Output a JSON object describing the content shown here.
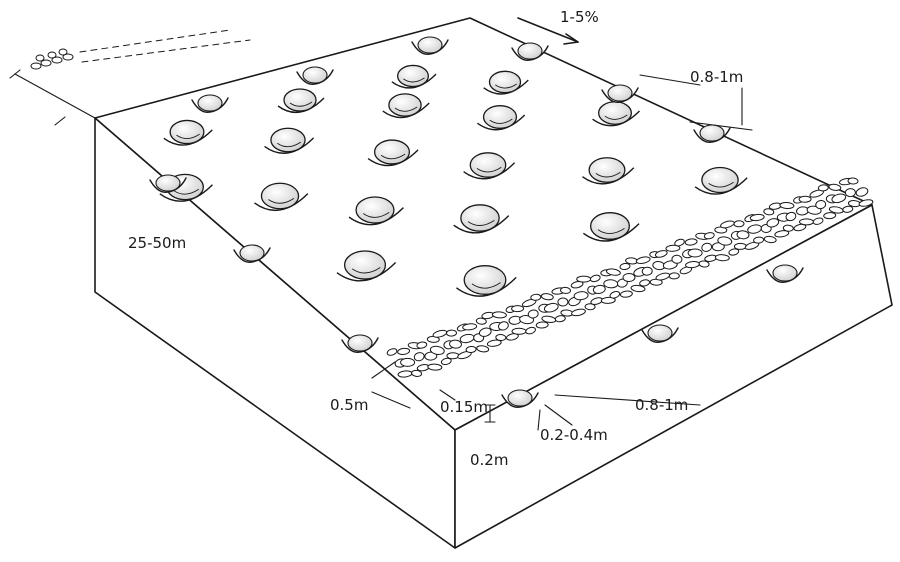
{
  "diagram": {
    "labels": {
      "slope": "1-5%",
      "pit_spacing_top": "0.8-1m",
      "field_length": "25-50m",
      "bund_width": "0.5m",
      "bund_height": "0.15m",
      "pit_depth": "0.2m",
      "pit_diameter": "0.2-0.4m",
      "pit_spacing_front": "0.8-1m"
    },
    "colors": {
      "ink": "#1a1a1a",
      "surface": "#ffffff",
      "pit_shade": "#d8d8d8"
    }
  }
}
